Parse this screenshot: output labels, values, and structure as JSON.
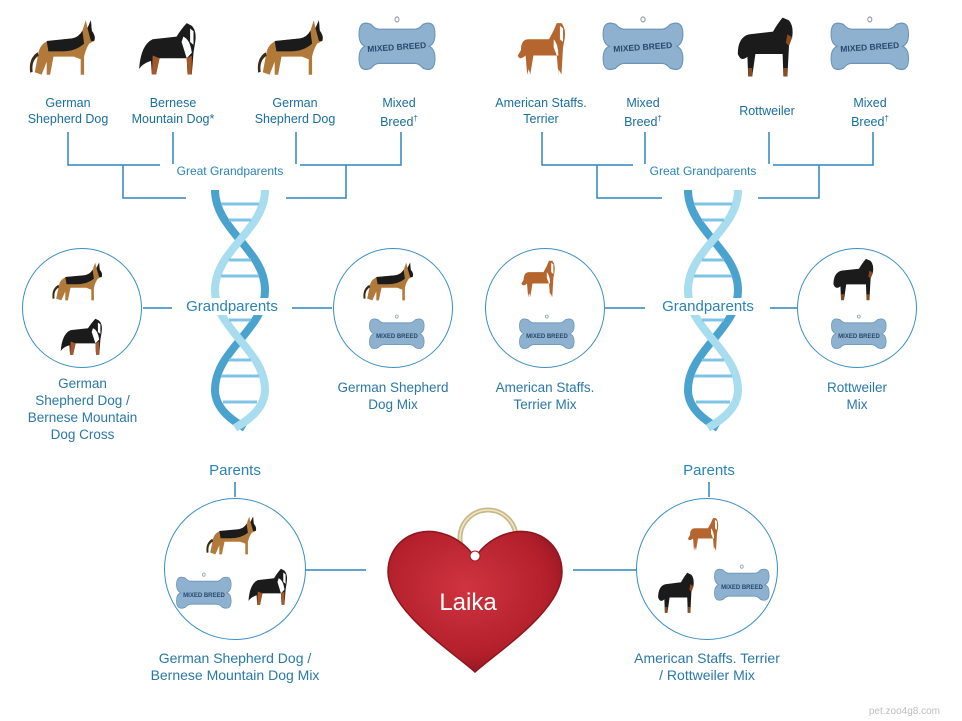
{
  "great_grandparents": {
    "label": "Great Grandparents",
    "left": [
      {
        "name_line1": "German",
        "name_line2": "Shepherd Dog",
        "mark": ""
      },
      {
        "name_line1": "Bernese",
        "name_line2": "Mountain Dog*",
        "mark": ""
      },
      {
        "name_line1": "German",
        "name_line2": "Shepherd Dog",
        "mark": ""
      },
      {
        "name_line1": "Mixed",
        "name_line2": "Breed",
        "mark": "†"
      }
    ],
    "right": [
      {
        "name_line1": "American Staffs.",
        "name_line2": "Terrier",
        "mark": ""
      },
      {
        "name_line1": "Mixed",
        "name_line2": "Breed",
        "mark": "†"
      },
      {
        "name_line1": "Rottweiler",
        "name_line2": "",
        "mark": ""
      },
      {
        "name_line1": "Mixed",
        "name_line2": "Breed",
        "mark": "†"
      }
    ]
  },
  "grandparents": {
    "label": "Grandparents",
    "items": [
      {
        "lines": [
          "German",
          "Shepherd Dog /",
          "Bernese Mountain",
          "Dog Cross"
        ]
      },
      {
        "lines": [
          "German Shepherd",
          "Dog Mix"
        ]
      },
      {
        "lines": [
          "American Staffs.",
          "Terrier Mix"
        ]
      },
      {
        "lines": [
          "Rottweiler",
          "Mix"
        ]
      }
    ]
  },
  "parents": {
    "label": "Parents",
    "items": [
      {
        "lines": [
          "German Shepherd Dog /",
          "Bernese Mountain Dog Mix"
        ]
      },
      {
        "lines": [
          "American Staffs. Terrier",
          "/ Rottweiler Mix"
        ]
      }
    ]
  },
  "dog_name": "Laika",
  "tag_text": "MIXED BREED",
  "watermark": "pet.zoo4g8.com",
  "colors": {
    "line": "#2f86bf",
    "label": "#1a6e9e",
    "dna_light": "#a8dcef",
    "dna_dark": "#4aa3cf",
    "tag_fill": "#8db1cf",
    "heart": "#b21f2b",
    "gsd_tan": "#b27a3a",
    "black_coat": "#1b1b1b"
  }
}
